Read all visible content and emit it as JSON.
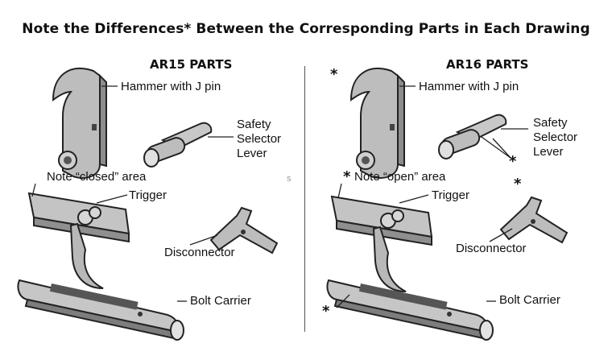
{
  "title": "Note the Differences* Between the Corresponding Parts in Each Drawing",
  "stray_mark": "s",
  "panels": [
    {
      "heading": "AR15 PARTS",
      "labels": {
        "hammer": "Hammer with J pin",
        "safety": [
          "Safety",
          "Selector",
          "Lever"
        ],
        "note": "Note “closed” area",
        "trigger": "Trigger",
        "disconnector": "Disconnector",
        "bolt_carrier": "Bolt Carrier"
      }
    },
    {
      "heading": "AR16 PARTS",
      "labels": {
        "hammer": "Hammer with J pin",
        "safety": [
          "Safety",
          "Selector",
          "Lever"
        ],
        "note": "Note “open” area",
        "trigger": "Trigger",
        "disconnector": "Disconnector",
        "bolt_carrier": "Bolt Carrier"
      },
      "asterisk": "*"
    }
  ]
}
